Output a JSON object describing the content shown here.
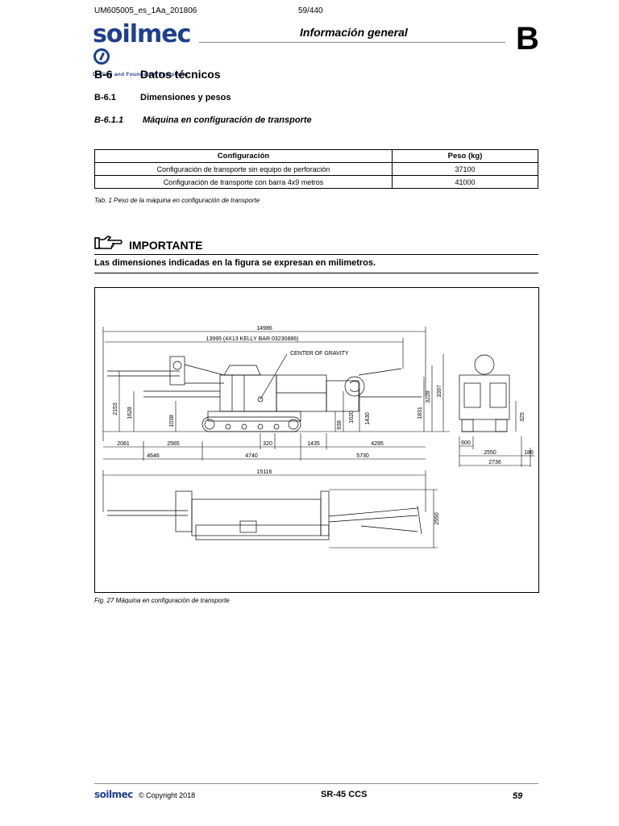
{
  "header": {
    "doc_code": "UM605005_es_1Aa_201806",
    "page_ref": "59/440",
    "logo_word": "soilmec",
    "logo_tagline": "Drilling and Foundation Equipment",
    "section_title": "Información general",
    "section_letter": "B"
  },
  "headings": {
    "h1_num": "B-6",
    "h1_text": "Datos técnicos",
    "h2_num": "B-6.1",
    "h2_text": "Dimensiones y pesos",
    "h3_num": "B-6.1.1",
    "h3_text": "Máquina en configuración de transporte"
  },
  "weights_table": {
    "col_config": "Configuración",
    "col_weight": "Peso (kg)",
    "rows": [
      {
        "config": "Configuración de transporte sin equipo de perforación",
        "weight": "37100"
      },
      {
        "config": "Configuración de transporte con barra 4x9 metros",
        "weight": "41000"
      }
    ],
    "caption": "Tab. 1 Peso de la máquina en configuración de transporte"
  },
  "notice": {
    "title": "IMPORTANTE",
    "text": "Las dimensiones indicadas en la figura se expresan en milimetros."
  },
  "figure": {
    "caption": "Fig. 27 Máquina en configuración de transporte",
    "dims": {
      "total_length": "14986",
      "kelly_bar": "13995 (4X13 KELLY BAR 03230886)",
      "cog_label": "CENTER OF GRAVITY",
      "h_2153": "2153",
      "h_1628": "1628",
      "h_1038": "1038",
      "h_938": "938",
      "h_1620": "1620",
      "h_1430": "1430",
      "h_1831": "1831",
      "h_3228": "3228",
      "h_3397": "3397",
      "h_325": "325",
      "l_2081": "2081",
      "l_2565": "2565",
      "l_320": "320",
      "l_1435": "1435",
      "l_4295": "4295",
      "l_4646": "4646",
      "l_4740": "4740",
      "l_5730": "5730",
      "w_600": "600",
      "w_2550": "2550",
      "w_186": "186",
      "w_2736": "2736",
      "top_length": "15116",
      "top_width": "2550"
    }
  },
  "footer": {
    "logo": "soilmec",
    "copyright": "© Copyright 2018",
    "model": "SR-45 CCS",
    "page": "59"
  }
}
